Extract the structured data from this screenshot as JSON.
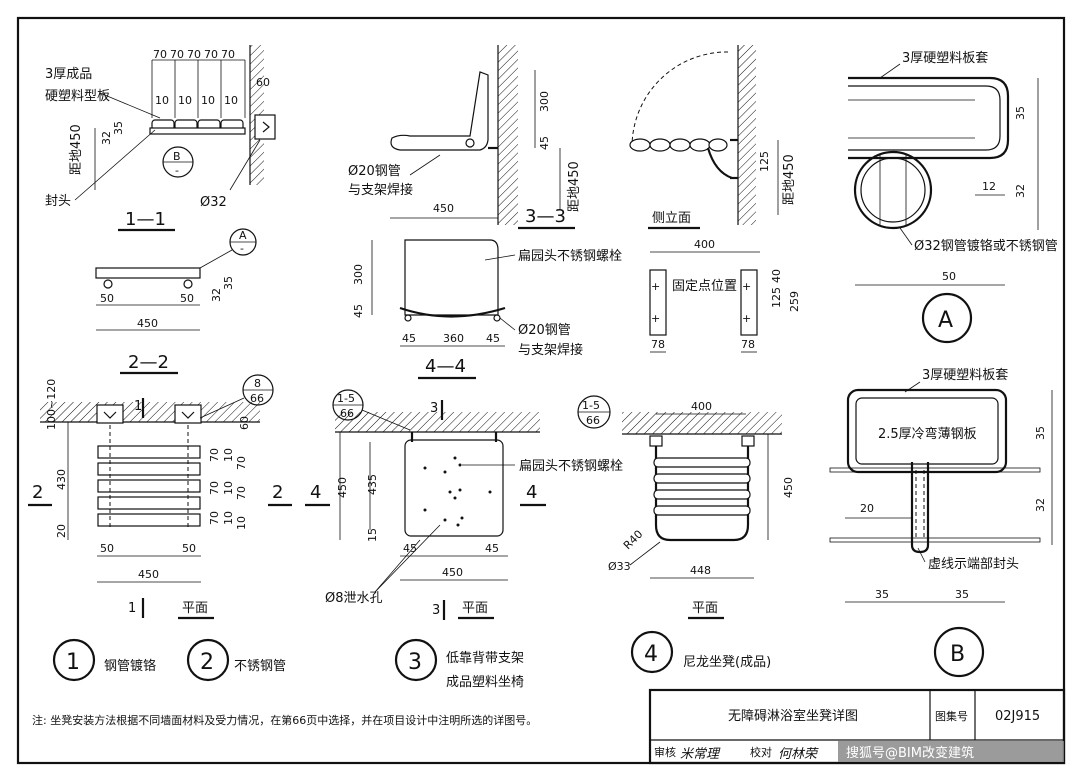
{
  "frame_labels": {
    "s11_layer": "3厚成品",
    "s11_layer2": "硬塑料型板",
    "s11_ground": "距地450",
    "s11_cap": "封头",
    "s11_pipe": "Ø32",
    "s11_dims_top": [
      "70",
      "70",
      "70",
      "70",
      "70"
    ],
    "s11_dims_gap": [
      "10",
      "10",
      "10",
      "10"
    ],
    "s11_side": "60",
    "s11_h1": "32",
    "s11_h2": "35",
    "s11_callout": "B",
    "s11_callout_sub": "-",
    "sec11": "1—1",
    "sec22": "2—2",
    "s22_callout": "A",
    "s22_callout_sub": "-",
    "s22_d1": "50",
    "s22_d2": "50",
    "s22_w": "450",
    "s22_h1": "32",
    "s22_h2": "35",
    "s33_h1": "300",
    "s33_h2": "45",
    "s33_ground": "距地450",
    "s33_pipe1": "Ø20钢管",
    "s33_pipe2": "与支架焊接",
    "s33_w": "450",
    "sec33": "3—3",
    "s44_h1": "300",
    "s44_h2": "45",
    "s44_bolt": "扁园头不锈钢螺栓",
    "s44_pipe1": "Ø20钢管",
    "s44_pipe2": "与支架焊接",
    "s44_d1": "45",
    "s44_d2": "360",
    "s44_d3": "45",
    "sec44": "4—4",
    "side_title": "侧立面",
    "side_h": "125",
    "side_ground": "距地450",
    "fix_w": "400",
    "fix_label": "固定点位置",
    "fix_d1": "125",
    "fix_d2": "40",
    "fix_d3": "259",
    "fix_w1": "78",
    "fix_w2": "78",
    "detA_cover": "3厚硬塑料板套",
    "detA_h1": "35",
    "detA_h2": "32",
    "detA_t": "12",
    "detA_pipe": "Ø32钢管镀铬或不锈钢管",
    "detA_w": "50",
    "detA_label": "A",
    "plan1_top": "100~120",
    "plan1_axis": "1",
    "plan1_callout1": "8",
    "plan1_callout2": "66",
    "plan1_side": "60",
    "plan1_h": "430",
    "plan1_r1": [
      "70",
      "70",
      "70",
      "70",
      "70"
    ],
    "plan1_r2": [
      "10",
      "10",
      "10",
      "10"
    ],
    "plan1_bottom": "20",
    "plan1_d1": "50",
    "plan1_d2": "50",
    "plan1_w": "450",
    "plan1_cut_l": "2",
    "plan1_cut_r": "2",
    "plan1_axis_b": "1",
    "plan_title": "平面",
    "plan3_callout1": "1-5",
    "plan3_callout2": "66",
    "plan3_axis": "3",
    "plan3_bolt": "扁园头不锈钢螺栓",
    "plan3_h1": "450",
    "plan3_h2": "435",
    "plan3_h3": "15",
    "plan3_d1": "45",
    "plan3_d2": "45",
    "plan3_w": "450",
    "plan3_drain": "Ø8泄水孔",
    "plan3_cut_l": "4",
    "plan3_cut_r": "4",
    "plan3_axis_b": "3",
    "plan4_callout1": "1-5",
    "plan4_callout2": "66",
    "plan4_w": "400",
    "plan4_h": "450",
    "plan4_r": "R40",
    "plan4_d": "Ø33",
    "plan4_w2": "448",
    "detB_cover": "3厚硬塑料板套",
    "detB_steel": "2.5厚冷弯薄钢板",
    "detB_h1": "35",
    "detB_h2": "32",
    "detB_d": "20",
    "detB_cap": "虚线示端部封头",
    "detB_w1": "35",
    "detB_w2": "35",
    "detB_label": "B",
    "legend": [
      {
        "num": "1",
        "text": "钢管镀铬"
      },
      {
        "num": "2",
        "text": "不锈钢管"
      },
      {
        "num": "3",
        "text": "低靠背带支架",
        "text2": "成品塑料坐椅"
      },
      {
        "num": "4",
        "text": "尼龙坐凳(成品)"
      }
    ],
    "note": "注: 坐凳安装方法根据不同墙面材料及受力情况，在第66页中选择，并在项目设计中注明所选的详图号。"
  },
  "title_block": {
    "title": "无障碍淋浴室坐凳详图",
    "atlas_label": "图集号",
    "atlas_no": "02J915",
    "review": "审核",
    "reviewer": "米常理",
    "check": "校对",
    "checker": "何林荣",
    "watermark": "搜狐号@BIM改变建筑"
  }
}
